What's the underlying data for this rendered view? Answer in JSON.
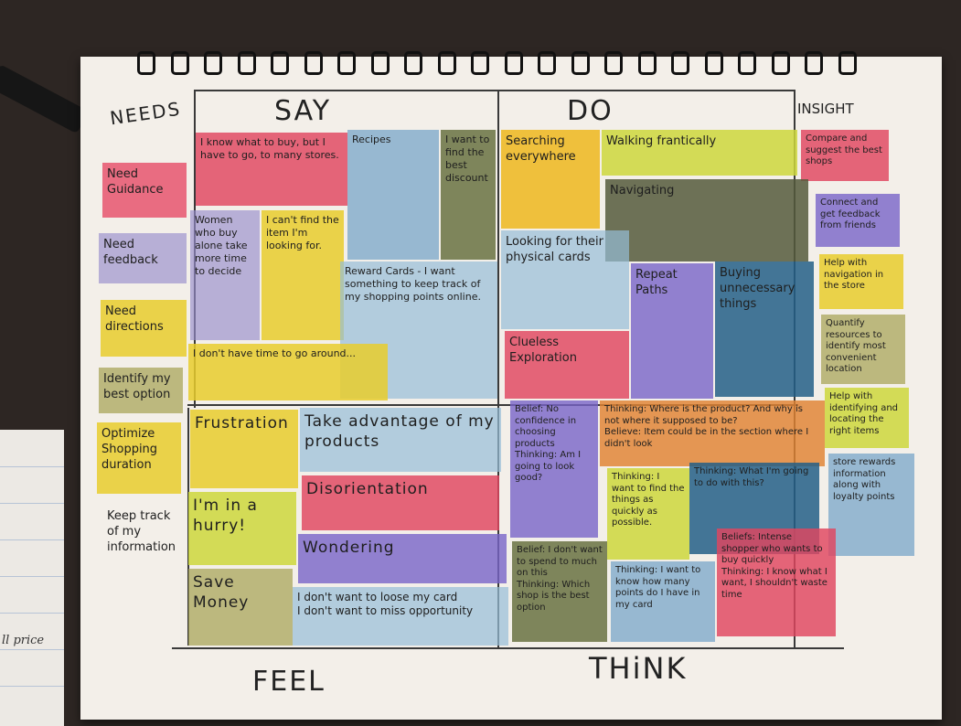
{
  "quadrants": {
    "say": "SAY",
    "do": "DO",
    "feel": "FEEL",
    "think": "THiNK",
    "needs": "NEEDS",
    "insight": "INSIGHT"
  },
  "needs": [
    "Need Guidance",
    "Need feedback",
    "Need directions",
    "Identify my best option",
    "Optimize Shopping duration",
    "Keep track of my information"
  ],
  "insights": [
    "Compare and suggest the best shops",
    "Connect and get feedback from friends",
    "Help with navigation in the store",
    "Quantify resources to identify most convenient location",
    "Help with identifying and locating the right items",
    "store rewards information along with loyalty points"
  ],
  "say": [
    "I know what to buy, but I have to go, to many stores.",
    "Recipes",
    "I want to find the best discount",
    "Women who buy alone take more time to decide",
    "I can't find the item I'm looking for.",
    "Reward Cards - I want something to keep track of my shopping points online.",
    "I don't have time to go around..."
  ],
  "do": [
    "Searching everywhere",
    "Walking frantically",
    "Navigating",
    "Looking for their physical cards",
    "Repeat Paths",
    "Buying unnecessary things",
    "Clueless Exploration"
  ],
  "feel": [
    "Frustration",
    "Take advantage of my products",
    "Disorientation",
    "I'm in a hurry!",
    "Wondering",
    "Save Money",
    "I don't want to loose my card",
    "I don't want to miss opportunity"
  ],
  "think": [
    "Belief: No confidence in choosing products",
    "Thinking: Am I going to look good?",
    "Thinking: Where is the product? And why is not where it supposed to be?",
    "Believe: Item could be in the section where I didn't look",
    "Thinking: I want to find the things as quickly as possible.",
    "Thinking: What I'm going to do with this?",
    "Belief: I don't want to spend to much on this",
    "Thinking: Which shop is the best option",
    "Thinking: I want to know how many points do I have in my card",
    "Beliefs: Intense shopper who wants to buy quickly",
    "Thinking: I know what I want, I shouldn't waste time"
  ],
  "desk_note": "ll price"
}
